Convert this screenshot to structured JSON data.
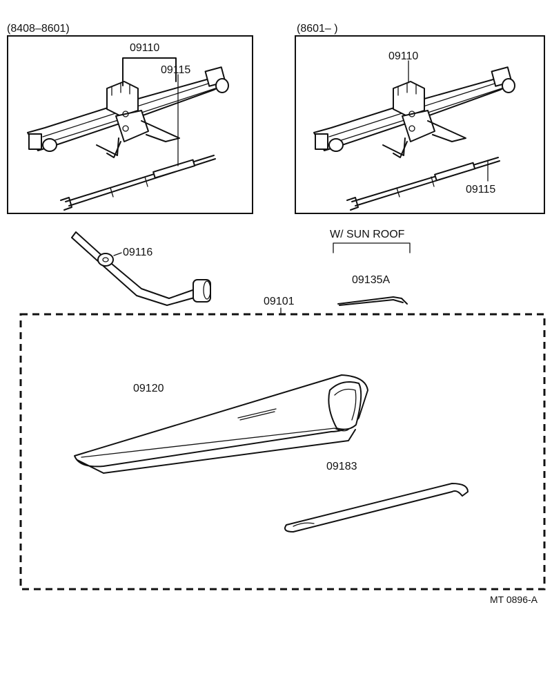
{
  "panels": {
    "left_range": "(8408–8601)",
    "right_range": "(8601–        )"
  },
  "parts": {
    "jack_left": "09110",
    "handle_left": "09115",
    "jack_right": "09110",
    "handle_right": "09115",
    "wrench": "09116",
    "sunroof_note": "W/ SUN  ROOF",
    "sunroof_tool": "09135A",
    "tool_kit": "09101",
    "tool_bag": "09120",
    "pry_bar": "09183"
  },
  "footer": {
    "drawing_code": "MT  0896-A"
  }
}
